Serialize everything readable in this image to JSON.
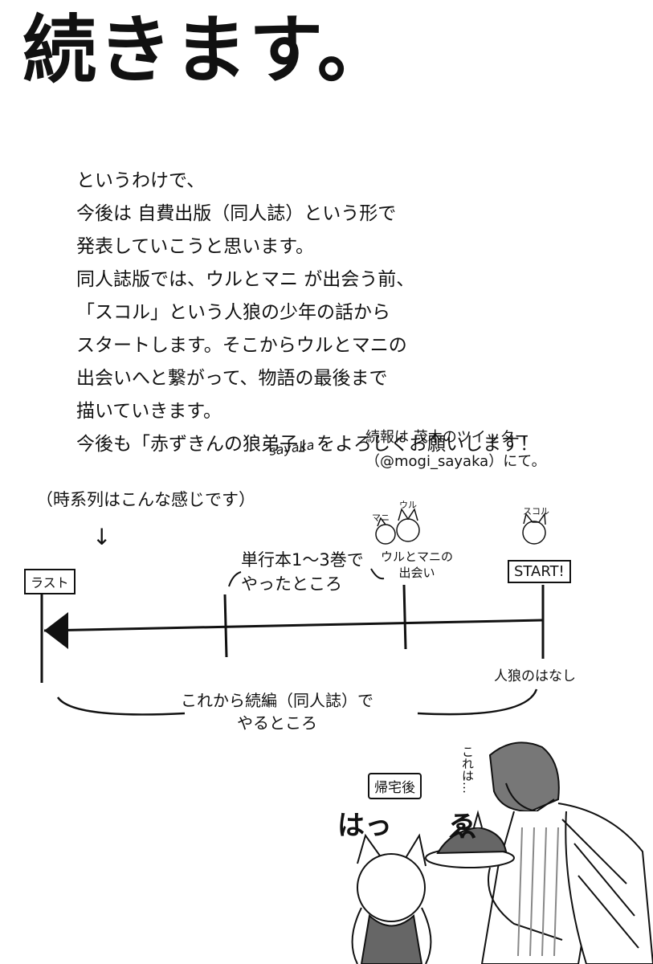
{
  "title": "続きます。",
  "body_lines": [
    "というわけで、",
    "今後は 自費出版（同人誌）という形で",
    "発表していこうと思います。",
    "同人誌版では、ウルとマニ が出会う前、",
    "「スコル」という人狼の少年の話から",
    "スタートします。そこからウルとマニの",
    "出会いへと繋がって、物語の最後まで",
    "描いていきます。",
    "今後も「赤ずきんの狼弟子」をよろしくお願いします！"
  ],
  "signature": "sayaka",
  "update_note": {
    "line1": "続報は 茂木のツイッター",
    "line2": "（@mogi_sayaka）にて。"
  },
  "timeline": {
    "note": "（時系列はこんな感じです）",
    "arrow": "↓",
    "last_sign": "ラスト",
    "start_sign": "START!",
    "volumes_label": [
      "単行本1～3巻で",
      "やったところ"
    ],
    "meeting_label": [
      "ウルとマニの",
      "出会い"
    ],
    "boy_label": "人狼のはなし",
    "future_label": [
      "これから続編（同人誌）で",
      "やるところ"
    ],
    "mini_labels": {
      "mani": "マニ",
      "ulu": "ウル",
      "skol": "スコル"
    }
  },
  "illustration": {
    "home_label": "帰宅後",
    "sfx_ha": "はっ",
    "sfx_swirl": "ゑ",
    "speech": "これは…"
  },
  "colors": {
    "ink": "#111111",
    "paper": "#ffffff",
    "tone": "#888888"
  }
}
